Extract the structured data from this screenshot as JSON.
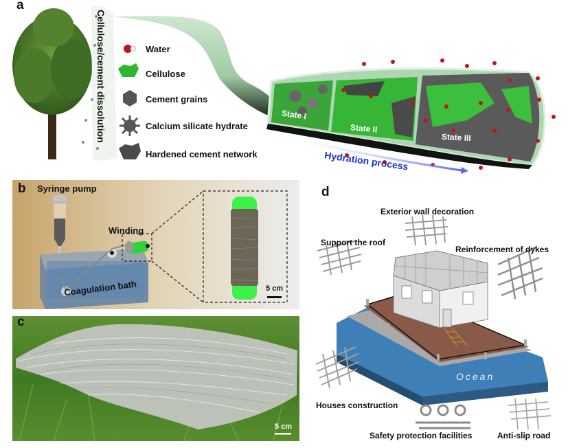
{
  "panels": {
    "a": {
      "letter": "a",
      "vertical_label": "Cellulose/cement dissolution",
      "legend": [
        {
          "icon": "water-molecule-icon",
          "label": "Water"
        },
        {
          "icon": "cellulose-icon",
          "label": "Cellulose"
        },
        {
          "icon": "cement-grain-icon",
          "label": "Cement grains"
        },
        {
          "icon": "calcium-silicate-hydrate-icon",
          "label": "Calcium silicate hydrate"
        },
        {
          "icon": "hardened-cement-network-icon",
          "label": "Hardened cement network"
        }
      ],
      "states": [
        "State I",
        "State II",
        "State III"
      ],
      "arrow_label": "Hydration process"
    },
    "b": {
      "letter": "b",
      "syringe_label": "Syringe pump",
      "winding_label": "Winding",
      "bath_label": "Coagulation bath",
      "scale_bar": "5 cm"
    },
    "c": {
      "letter": "c",
      "scale_bar": "5 cm"
    },
    "d": {
      "letter": "d",
      "applications": {
        "exterior": "Exterior wall decoration",
        "roof": "Support the roof",
        "dykes": "Reinforcement of dykes",
        "houses": "Houses construction",
        "safety": "Safety protection facilities",
        "road": "Anti-slip road"
      },
      "ocean_label": "Ocean"
    }
  },
  "colors": {
    "cellulose_green": "#2fb52f",
    "fiber_sheath": "#a9d3ad",
    "cement_gray": "#555555",
    "water_red": "#c0141a",
    "arrow_blue": "#1f2fd0",
    "ocean_blue": "#3f7fb8",
    "soil_brown": "#8a5a48",
    "bobbin_green": "#3ef04a",
    "grass_green": "#4f8a2a"
  }
}
